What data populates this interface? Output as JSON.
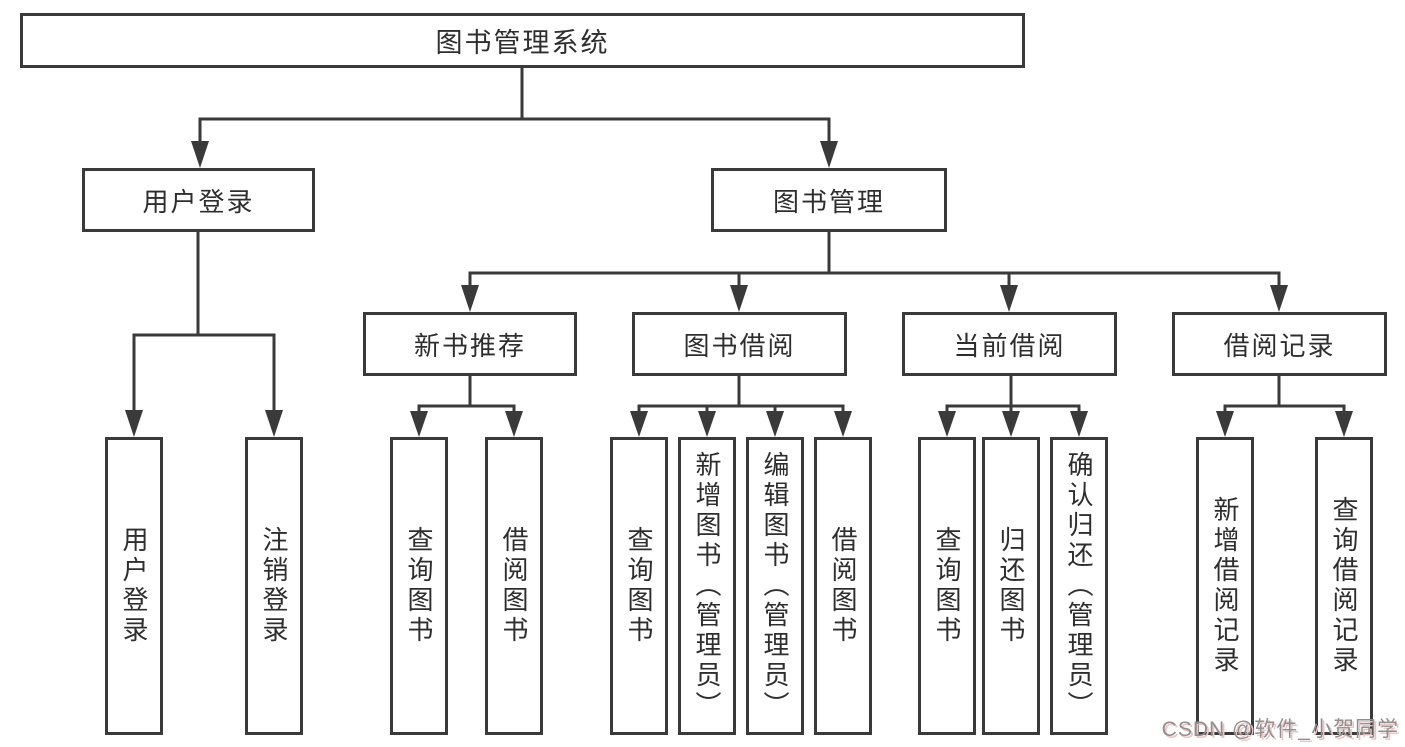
{
  "colors": {
    "line": "#3a3a3a",
    "text": "#2e2e2e",
    "background": "#ffffff",
    "watermark_text": "#8f8f8f",
    "watermark_shadow": "#f0c3c3"
  },
  "tree": {
    "root": {
      "label": "图书管理系统"
    },
    "branches": [
      {
        "label": "用户登录",
        "children": [
          {
            "label": "用户登录"
          },
          {
            "label": "注销登录"
          }
        ]
      },
      {
        "label": "图书管理",
        "children": [
          {
            "label": "新书推荐",
            "children": [
              {
                "label": "查询图书"
              },
              {
                "label": "借阅图书"
              }
            ]
          },
          {
            "label": "图书借阅",
            "children": [
              {
                "label": "查询图书"
              },
              {
                "label": "新增图书（管理员）"
              },
              {
                "label": "编辑图书（管理员）"
              },
              {
                "label": "借阅图书"
              }
            ]
          },
          {
            "label": "当前借阅",
            "children": [
              {
                "label": "查询图书"
              },
              {
                "label": "归还图书"
              },
              {
                "label": "确认归还（管理员）"
              }
            ]
          },
          {
            "label": "借阅记录",
            "children": [
              {
                "label": "新增借阅记录"
              },
              {
                "label": "查询借阅记录"
              }
            ]
          }
        ]
      }
    ]
  },
  "watermark": {
    "text": "CSDN @软件_小贺同学"
  }
}
